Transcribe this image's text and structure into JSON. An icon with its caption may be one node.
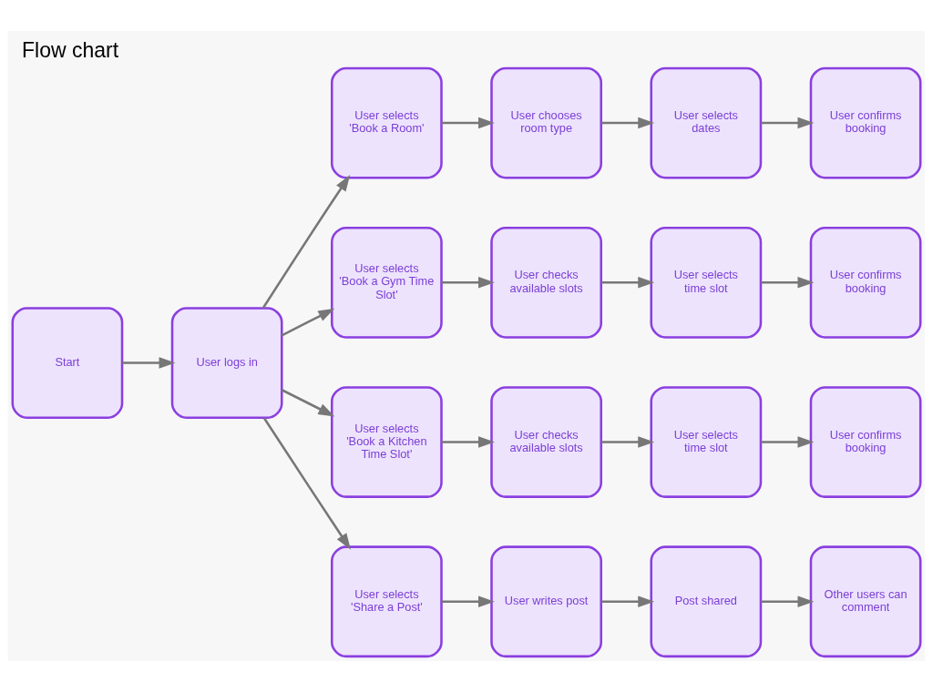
{
  "diagram": {
    "title": "Flow chart",
    "nodes": [
      {
        "text": [
          "Start"
        ]
      },
      {
        "text": [
          "User logs in"
        ]
      },
      {
        "text": [
          "User selects 'Book a Room'"
        ]
      },
      {
        "text": [
          "User chooses room type"
        ]
      },
      {
        "text": [
          "User selects dates"
        ]
      },
      {
        "text": [
          "User confirms booking"
        ]
      },
      {
        "text": [
          "User selects 'Book a Gym Time Slot'"
        ]
      },
      {
        "text": [
          "User checks available slots"
        ]
      },
      {
        "text": [
          "User selects time slot"
        ]
      },
      {
        "text": [
          "User confirms booking"
        ]
      },
      {
        "text": [
          "User selects 'Book a Kitchen Time Slot'"
        ]
      },
      {
        "text": [
          "User checks available slots"
        ]
      },
      {
        "text": [
          "User selects time slot"
        ]
      },
      {
        "text": [
          "User confirms booking"
        ]
      },
      {
        "text": [
          "User selects 'Share a Post'"
        ]
      },
      {
        "text": [
          "User writes post"
        ]
      },
      {
        "text": [
          "Post shared"
        ]
      },
      {
        "text": [
          "Other users can comment"
        ]
      }
    ],
    "edges": [
      {
        "from": 0,
        "to": 1,
        "arrow": "to"
      },
      {
        "from": 1,
        "to": 2,
        "arrow": "to"
      },
      {
        "from": 1,
        "to": 6,
        "arrow": "to"
      },
      {
        "from": 1,
        "to": 10,
        "arrow": "to"
      },
      {
        "from": 1,
        "to": 14,
        "arrow": "to"
      },
      {
        "from": 2,
        "to": 3,
        "arrow": "to"
      },
      {
        "from": 3,
        "to": 4,
        "arrow": "to"
      },
      {
        "from": 4,
        "to": 5,
        "arrow": "to"
      },
      {
        "from": 6,
        "to": 7,
        "arrow": "to"
      },
      {
        "from": 7,
        "to": 8,
        "arrow": "to"
      },
      {
        "from": 8,
        "to": 9,
        "arrow": "to"
      },
      {
        "from": 10,
        "to": 11,
        "arrow": "to"
      },
      {
        "from": 11,
        "to": 12,
        "arrow": "to"
      },
      {
        "from": 12,
        "to": 13,
        "arrow": "to"
      },
      {
        "from": 14,
        "to": 15,
        "arrow": "to"
      },
      {
        "from": 15,
        "to": 16,
        "arrow": "to"
      },
      {
        "from": 16,
        "to": 17,
        "arrow": "to"
      }
    ]
  }
}
